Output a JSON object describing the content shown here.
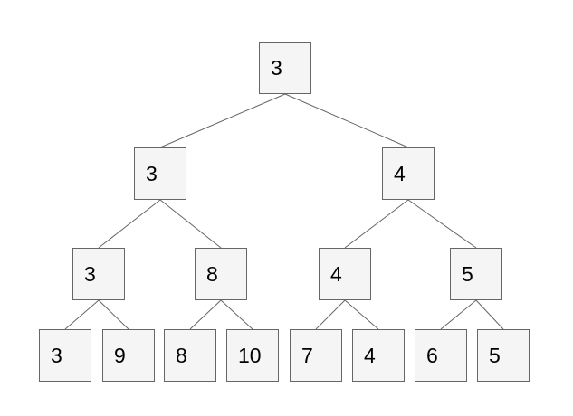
{
  "diagram": {
    "type": "binary-tree",
    "levels": [
      {
        "nodes": [
          {
            "id": "n1",
            "value": "3"
          }
        ]
      },
      {
        "nodes": [
          {
            "id": "n2",
            "value": "3"
          },
          {
            "id": "n3",
            "value": "4"
          }
        ]
      },
      {
        "nodes": [
          {
            "id": "n4",
            "value": "3"
          },
          {
            "id": "n5",
            "value": "8"
          },
          {
            "id": "n6",
            "value": "4"
          },
          {
            "id": "n7",
            "value": "5"
          }
        ]
      },
      {
        "nodes": [
          {
            "id": "n8",
            "value": "3"
          },
          {
            "id": "n9",
            "value": "9"
          },
          {
            "id": "n10",
            "value": "8"
          },
          {
            "id": "n11",
            "value": "10"
          },
          {
            "id": "n12",
            "value": "7"
          },
          {
            "id": "n13",
            "value": "4"
          },
          {
            "id": "n14",
            "value": "6"
          },
          {
            "id": "n15",
            "value": "5"
          }
        ]
      }
    ],
    "edges": [
      [
        "n1",
        "n2"
      ],
      [
        "n1",
        "n3"
      ],
      [
        "n2",
        "n4"
      ],
      [
        "n2",
        "n5"
      ],
      [
        "n3",
        "n6"
      ],
      [
        "n3",
        "n7"
      ],
      [
        "n4",
        "n8"
      ],
      [
        "n4",
        "n9"
      ],
      [
        "n5",
        "n10"
      ],
      [
        "n5",
        "n11"
      ],
      [
        "n6",
        "n12"
      ],
      [
        "n6",
        "n13"
      ],
      [
        "n7",
        "n14"
      ],
      [
        "n7",
        "n15"
      ]
    ]
  },
  "style": {
    "background": "#ffffff",
    "node_fill": "#f5f5f5",
    "node_border": "#666666",
    "edge_color": "#666666",
    "text_color": "#000000"
  }
}
